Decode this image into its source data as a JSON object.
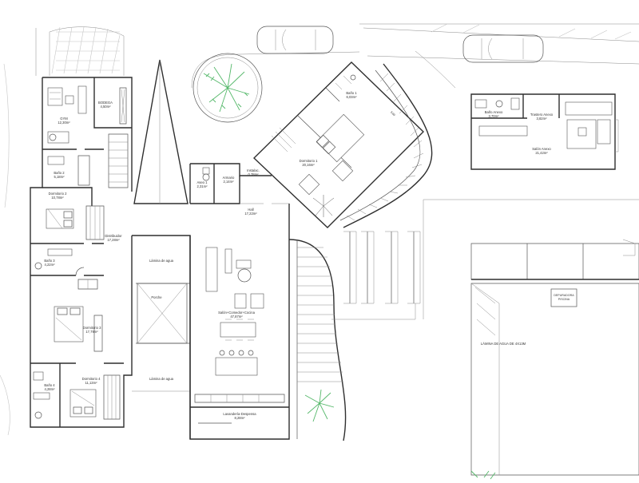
{
  "rooms": {
    "gym": {
      "name": "GYM",
      "area": "12,30m²"
    },
    "bodega": {
      "name": "BODEGA",
      "area": "4,50m²"
    },
    "bano2": {
      "name": "Baño 2",
      "area": "5,18m²"
    },
    "dorm2": {
      "name": "Dormitorio 2",
      "area": "10,78m²"
    },
    "distribuidor": {
      "name": "Distribuidor",
      "area": "17,28m²"
    },
    "bano3": {
      "name": "Baño 3",
      "area": "4,22m²"
    },
    "dorm3": {
      "name": "Dormitorio 3",
      "area": "17,79m²"
    },
    "bano4": {
      "name": "Baño 4",
      "area": "4,28m²"
    },
    "dorm4": {
      "name": "Dormitorio 4",
      "area": "11,13m²"
    },
    "lamina1": {
      "name": "Lámina de agua"
    },
    "porche": {
      "name": "Porche"
    },
    "lamina2": {
      "name": "Lámina de agua"
    },
    "aseo": {
      "name": "Aseo 1",
      "area": "2,31m²"
    },
    "armario": {
      "name": "Armario",
      "area": "2,14m²"
    },
    "instalac": {
      "name": "Instalac.",
      "area": "0,78m²"
    },
    "hall": {
      "name": "Hall",
      "area": "17,22m²"
    },
    "salon": {
      "name": "Salón+Comedor+Cocina",
      "area": "47,87m²"
    },
    "lavanderia": {
      "name": "Lavandería-Despensa",
      "area": "8,28m²"
    },
    "bano1": {
      "name": "Baño 1",
      "area": "6,03m²"
    },
    "dorm1": {
      "name": "Dormitorio 1",
      "area": "20,16m²"
    },
    "banoAnexo": {
      "name": "Baño Anexo",
      "area": "3,70m²"
    },
    "trasteroAnexo": {
      "name": "Trastero Anexo",
      "area": "3,82m²"
    },
    "salonAnexo": {
      "name": "Salón Anexo",
      "area": "21,42m²"
    },
    "depuradora": {
      "name": "DEPURADORA",
      "sub": "PISCINA"
    },
    "lamina_piscina": {
      "name": "LÁMINA DE AGUA DE 4X13M"
    }
  },
  "dimensions": {
    "dorm1_width": "3,60"
  },
  "colors": {
    "line": "#2f2f2f",
    "vegetation": "#55b86a",
    "background": "#ffffff"
  }
}
